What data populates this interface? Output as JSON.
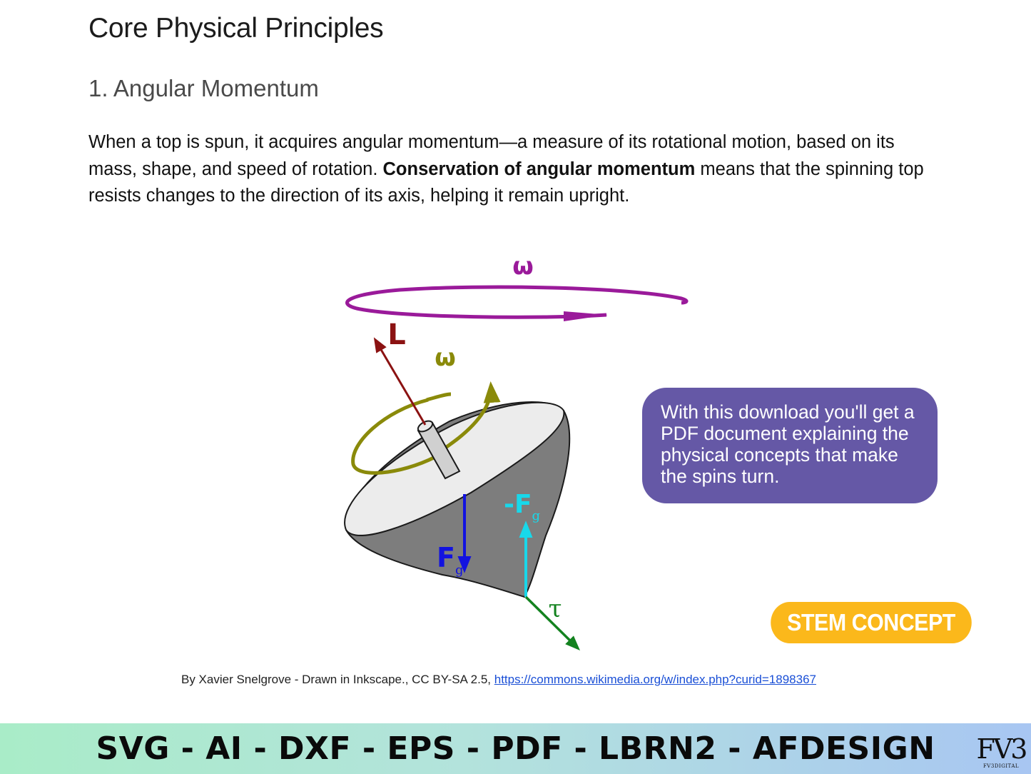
{
  "heading": "Core Physical Principles",
  "section": {
    "title": "1. Angular Momentum",
    "text_part1": "When a top is spun, it acquires angular momentum—a measure of its rotational motion, based on its mass, shape, and speed of rotation. ",
    "text_bold": "Conservation of angular momentum",
    "text_part2": " means that the spinning top resists changes to the direction of its axis, helping it remain upright."
  },
  "diagram": {
    "omega_top": "ω",
    "L": "L",
    "omega_axis": "ω",
    "neg_Fg": "-F",
    "neg_Fg_sub": "g",
    "Fg": "F",
    "Fg_sub": "g",
    "tau": "τ",
    "colors": {
      "omega_top": "#9a1a9a",
      "L": "#8b1212",
      "omega_axis": "#8a8a0a",
      "Fg": "#1212e0",
      "neg_Fg": "#18d8ea",
      "tau": "#13821f",
      "top_body": "#7d7d7d",
      "top_face": "#ececec"
    }
  },
  "callout": "With this download you'll get a PDF document explaining the physical concepts that make the spins turn.",
  "badge": "STEM CONCEPT",
  "credit": {
    "text": "By Xavier Snelgrove - Drawn in Inkscape., CC BY-SA 2.5, ",
    "link": "https://commons.wikimedia.org/w/index.php?curid=1898367"
  },
  "footer": {
    "formats": "SVG - AI - DXF - EPS - PDF - LBRN2 - AFDESIGN",
    "logo_mark": "FV3",
    "logo_text": "FV3DIGITAL"
  }
}
